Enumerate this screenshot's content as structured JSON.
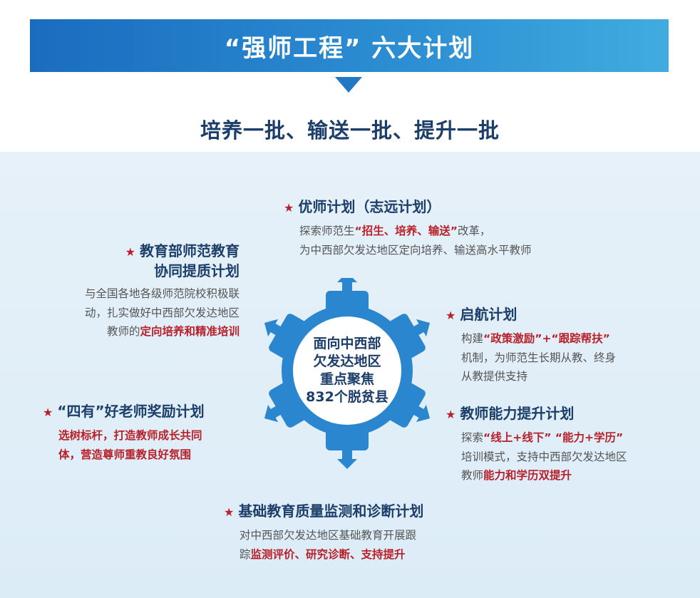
{
  "title": "“强师工程” 六大计划",
  "subtitle": "培养一批、输送一批、提升一批",
  "center": [
    "面向中西部",
    "欠发达地区",
    "重点聚焦",
    "832个脱贫县"
  ],
  "colors": {
    "banner": "#1a6cbf",
    "heading": "#1c3e6a",
    "highlight": "#b8202a",
    "gear": "#2a86cf"
  },
  "plans": [
    {
      "id": "youshi",
      "head": [
        "优师计划（志远计划）"
      ],
      "desc": [
        [
          {
            "t": "探索师范生"
          },
          {
            "t": "“招生、培养、输送”",
            "hl": true
          },
          {
            "t": "改革，"
          }
        ],
        [
          {
            "t": "为中西部欠发达地区定向培养、输送高水平教师"
          }
        ]
      ]
    },
    {
      "id": "xietong",
      "head": [
        "教育部师范教育",
        "协同提质计划"
      ],
      "desc": [
        [
          {
            "t": "与全国各地各级师范院校积极联"
          }
        ],
        [
          {
            "t": "动，扎实做好中西部欠发达地区"
          }
        ],
        [
          {
            "t": "教师的"
          },
          {
            "t": "定向培养和精准培训",
            "hl": true
          }
        ]
      ]
    },
    {
      "id": "qihang",
      "head": [
        "启航计划"
      ],
      "desc": [
        [
          {
            "t": "构建"
          },
          {
            "t": "“政策激励”+“跟踪帮扶”",
            "hl": true
          }
        ],
        [
          {
            "t": "机制，为师范生长期从教、终身"
          }
        ],
        [
          {
            "t": "从教提供支持"
          }
        ]
      ]
    },
    {
      "id": "siyou",
      "head": [
        "“四有”好老师奖励计划"
      ],
      "desc": [
        [
          {
            "t": "选树标杆，打造教师成长共同",
            "hl": true
          }
        ],
        [
          {
            "t": "体，营造尊师重教良好氛围",
            "hl": true
          }
        ]
      ]
    },
    {
      "id": "nengli",
      "head": [
        "教师能力提升计划"
      ],
      "desc": [
        [
          {
            "t": "探索"
          },
          {
            "t": "“线上+线下” “能力+学历”",
            "hl": true
          }
        ],
        [
          {
            "t": "培训模式，支持中西部欠发达地区"
          }
        ],
        [
          {
            "t": "教师"
          },
          {
            "t": "能力和学历双提升",
            "hl": true
          }
        ]
      ]
    },
    {
      "id": "jiance",
      "head": [
        "基础教育质量监测和诊断计划"
      ],
      "desc": [
        [
          {
            "t": "对中西部欠发达地区基础教育开展跟"
          }
        ],
        [
          {
            "t": "踪"
          },
          {
            "t": "监测评价、研究诊断、支持提升",
            "hl": true
          }
        ]
      ]
    }
  ]
}
